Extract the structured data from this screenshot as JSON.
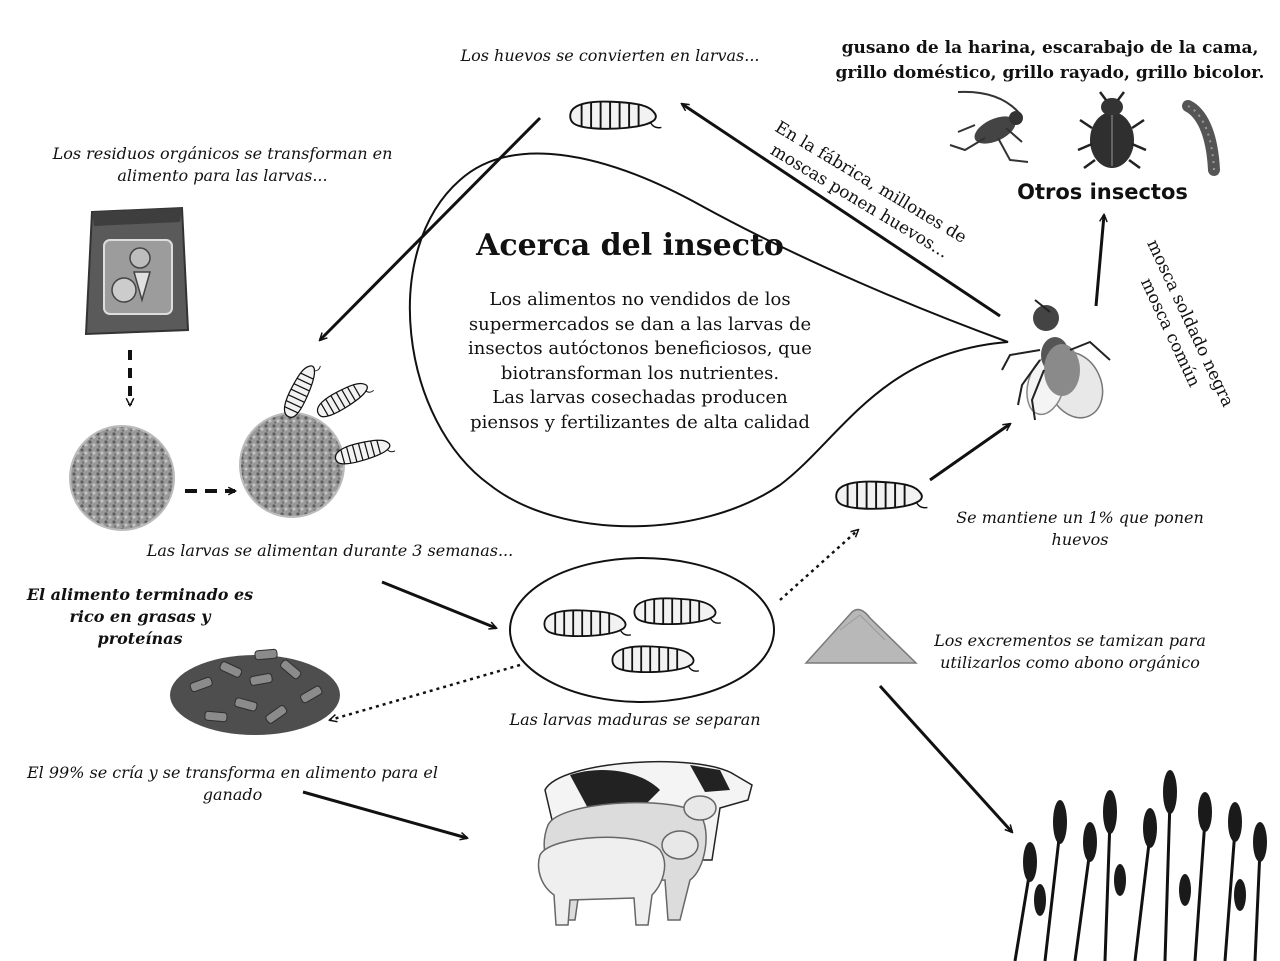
{
  "center": {
    "title": "Acerca del insecto",
    "body": [
      "Los alimentos no vendidos de los",
      "supermercados se dan a las larvas de",
      "insectos autóctonos beneficiosos, que",
      "biotransforman los nutrientes.",
      "Las larvas cosechadas producen",
      "piensos y fertilizantes de alta calidad"
    ]
  },
  "labels": {
    "eggs_to_larvae": "Los huevos se convierten en larvas...",
    "waste_to_food": [
      "Los residuos orgánicos se transforman en",
      "alimento para las larvas..."
    ],
    "larvae_feed": "Las larvas se alimentan durante 3 semanas...",
    "finished_food": [
      "El alimento terminado es",
      "rico en grasas y",
      "proteínas"
    ],
    "raised_99": [
      "El 99% se cría y se transforma en alimento para el",
      "ganado"
    ],
    "mature_separated": "Las larvas maduras se separan",
    "kept_1pct": [
      "Se mantiene un 1% que ponen",
      "huevos"
    ],
    "excrement": [
      "Los excrementos se tamizan para",
      "utilizarlos como abono orgánico"
    ],
    "factory": [
      "En la fábrica, millones de",
      "moscas ponen huevos..."
    ],
    "flies": [
      "mosca soldado negra",
      "mosca común"
    ],
    "insects_list": [
      "gusano de la harina, escarabajo de la cama,",
      "grillo doméstico, grillo rayado, grillo bicolor."
    ],
    "other_insects": "Otros insectos"
  },
  "icons": {
    "feed_bag": "feed-bag-icon",
    "pellet_dish": "pellet-dish-icon",
    "larvae_on_pellets": "larvae-feeding-icon",
    "larva": "larva-icon",
    "fly": "fly-icon",
    "cricket": "cricket-icon",
    "beetle": "beetle-icon",
    "mealworm": "mealworm-icon",
    "feed_pellets_pile": "feed-pellets-pile-icon",
    "livestock": "livestock-icon",
    "compost_pile": "compost-pile-icon",
    "wheat_field": "wheat-field-icon"
  },
  "colors": {
    "ink": "#111111",
    "larva_fill": "#f2f2f2",
    "pellet": "#9a9a9a",
    "pile": "#b8b8b8"
  }
}
